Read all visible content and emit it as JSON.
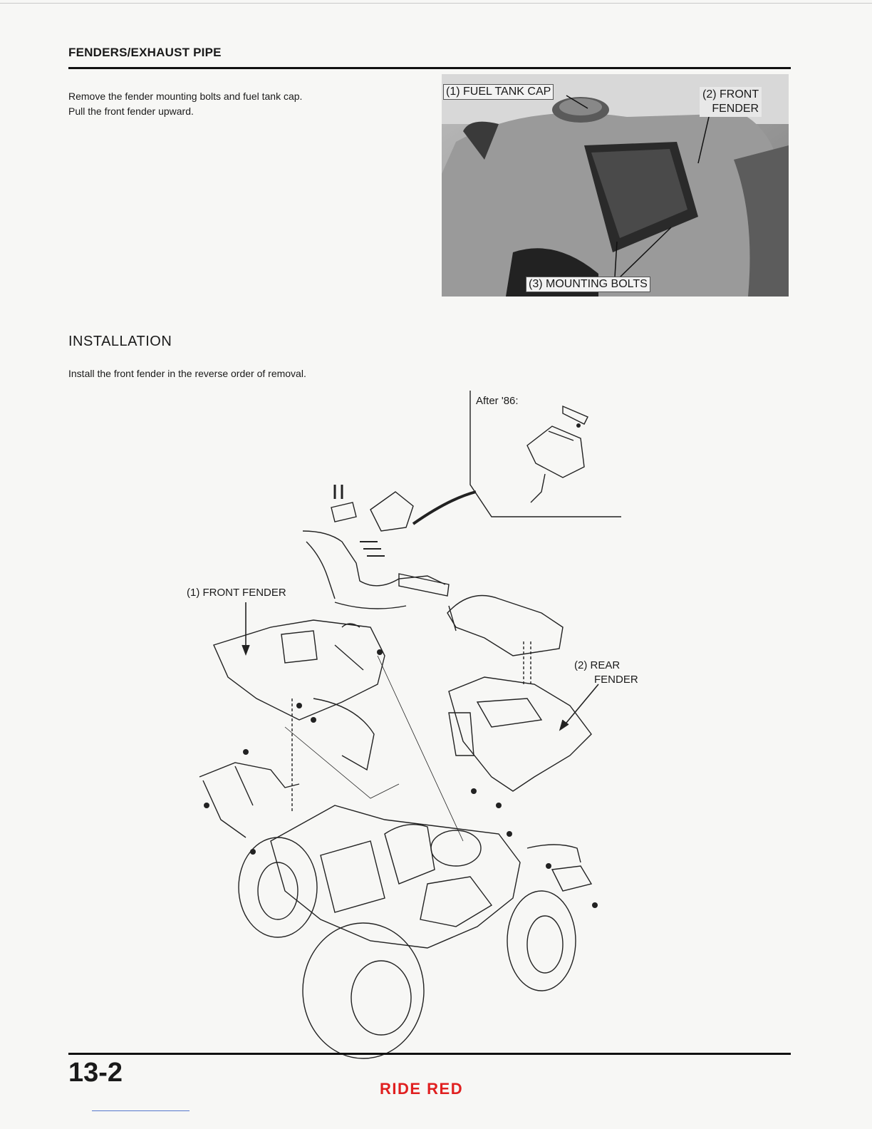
{
  "header": {
    "title": "FENDERS/EXHAUST PIPE"
  },
  "removal": {
    "line1": "Remove the fender mounting bolts and fuel tank cap.",
    "line2": "Pull the front fender upward."
  },
  "photo": {
    "label_fuel_tank_cap": "(1) FUEL TANK CAP",
    "label_front_fender_1": "(2) FRONT",
    "label_front_fender_2": "FENDER",
    "label_mounting_bolts": "(3) MOUNTING BOLTS"
  },
  "installation": {
    "heading": "INSTALLATION",
    "text": "Install the front fender in the reverse order of removal."
  },
  "diagram": {
    "inset_label": "After '86:",
    "label_front_fender": "(1) FRONT FENDER",
    "label_rear_fender_1": "(2) REAR",
    "label_rear_fender_2": "FENDER"
  },
  "footer": {
    "page_number": "13-2",
    "brand": "RIDE RED",
    "brand_color": "#e02020"
  }
}
